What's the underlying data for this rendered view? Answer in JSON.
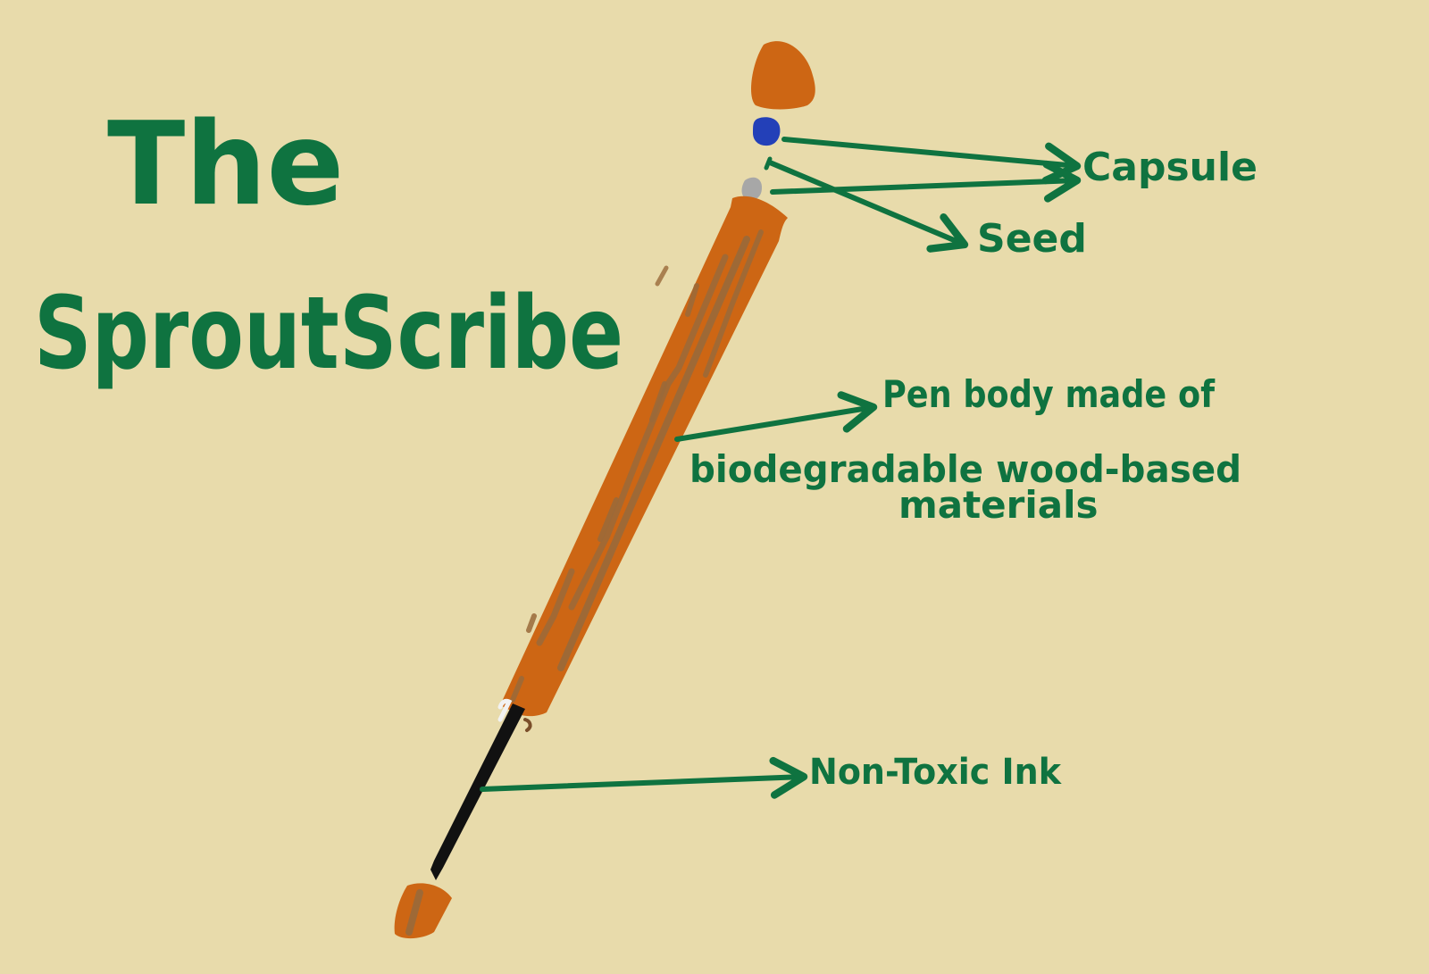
{
  "title": {
    "line1": "The",
    "line2": "SproutScribe"
  },
  "labels": {
    "capsule": "Capsule",
    "seed": "Seed",
    "pen_body_line1": "Pen body made of",
    "pen_body_line2": "biodegradable wood-based",
    "pen_body_line3": "materials",
    "ink": "Non-Toxic Ink"
  },
  "colors": {
    "paper": "#e8dbab",
    "ink_green": "#0f7340",
    "wood_orange": "#cd6614",
    "wood_grain": "#9a6a3a",
    "capsule_blue": "#2340b8",
    "seed_gray": "#a7a7a7",
    "nib_black": "#111111"
  }
}
